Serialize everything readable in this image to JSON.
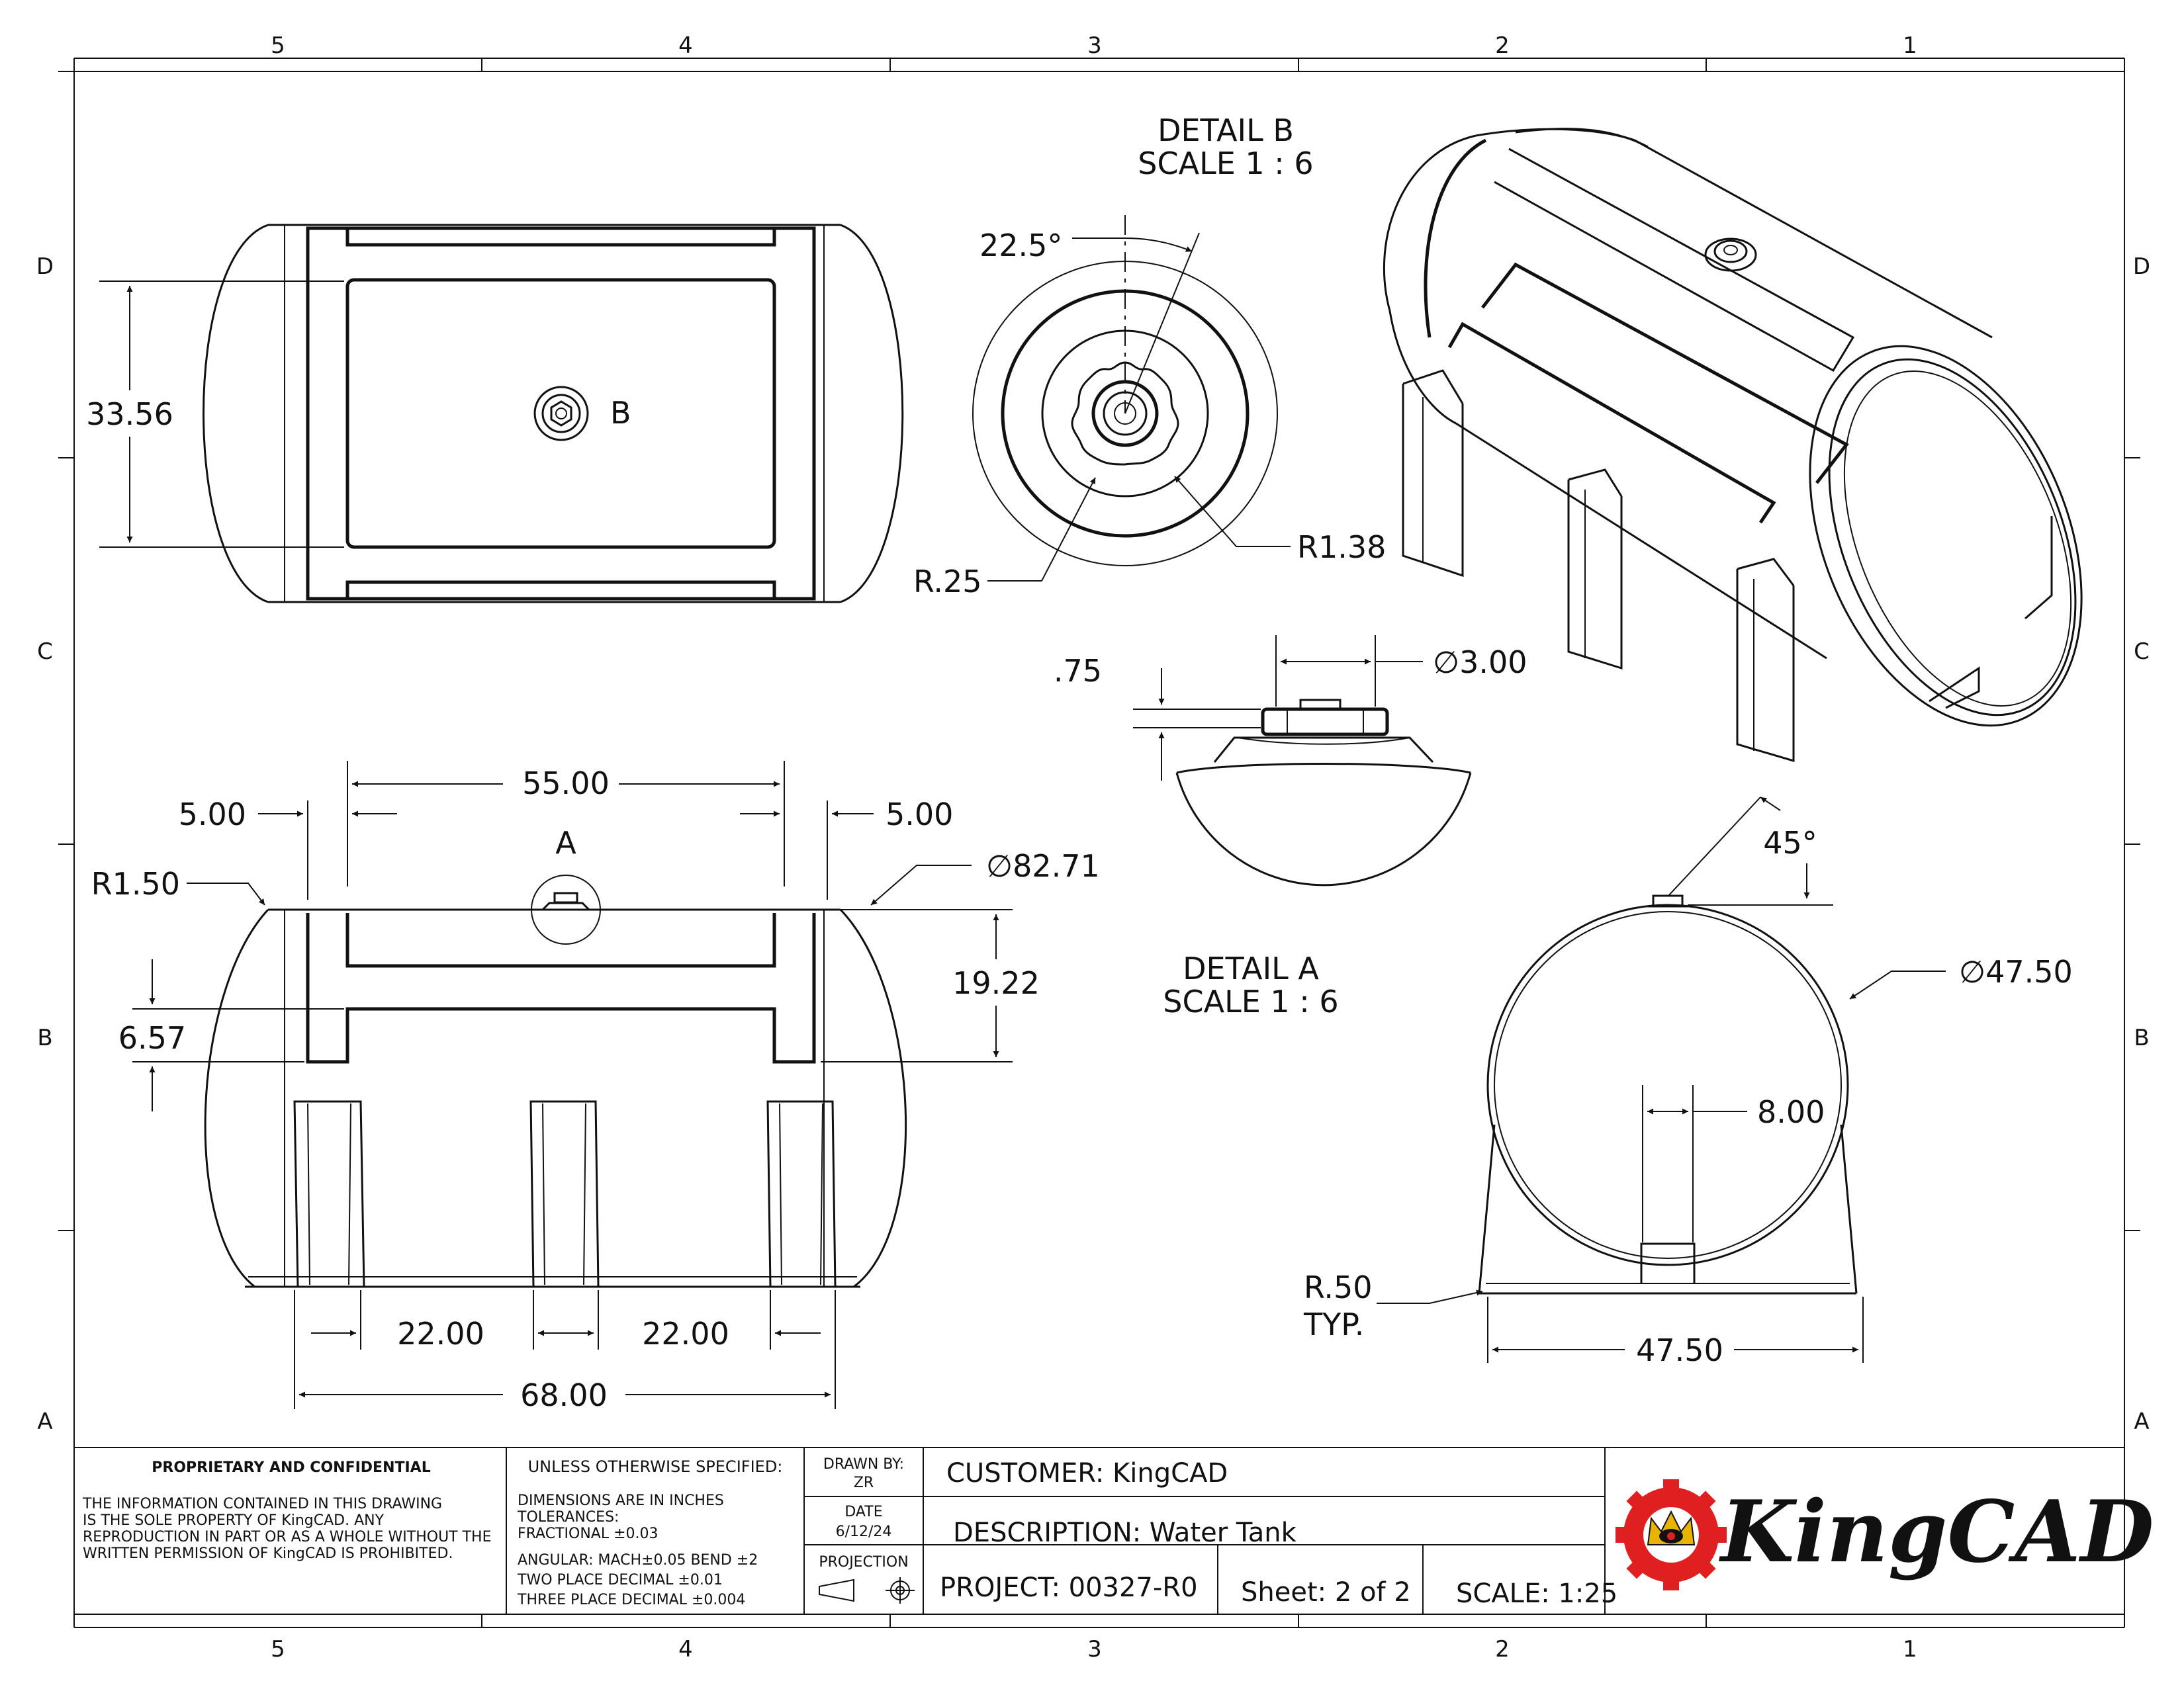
{
  "zones": {
    "columns": [
      "5",
      "4",
      "3",
      "2",
      "1"
    ],
    "rows": [
      "D",
      "C",
      "B",
      "A"
    ]
  },
  "views": {
    "top": {
      "dim_height": "33.56",
      "detail_callout": "B"
    },
    "front": {
      "detail_callout": "A",
      "dims": {
        "span": "55.00",
        "left_offset": "5.00",
        "right_offset": "5.00",
        "radius": "R1.50",
        "diameter": "82.71",
        "channel_height": "19.22",
        "channel_offset": "6.57",
        "leg_spacing_1": "22.00",
        "leg_spacing_2": "22.00",
        "overall_length": "68.00"
      }
    },
    "detail_b": {
      "title": "DETAIL B",
      "scale": "SCALE 1 : 6",
      "angle": "22.5°",
      "radius_small": "R.25",
      "radius_large": "R1.38"
    },
    "detail_a": {
      "title": "DETAIL A",
      "scale": "SCALE 1 : 6",
      "height": ".75",
      "diameter": "3.00"
    },
    "side": {
      "angle": "45°",
      "diameter": "47.50",
      "saddle_width": "8.00",
      "radius": "R.50",
      "radius_note": "TYP.",
      "width": "47.50"
    }
  },
  "title_block": {
    "proprietary_title": "PROPRIETARY AND CONFIDENTIAL",
    "proprietary_lines": [
      "THE INFORMATION CONTAINED IN THIS DRAWING",
      "IS THE SOLE PROPERTY OF KingCAD.  ANY",
      "REPRODUCTION IN PART OR AS A WHOLE WITHOUT THE",
      "WRITTEN PERMISSION OF KingCAD IS PROHIBITED."
    ],
    "unless_title": "UNLESS OTHERWISE SPECIFIED:",
    "tolerance_lines": [
      "DIMENSIONS ARE IN INCHES",
      "TOLERANCES:",
      "FRACTIONAL  ±0.03",
      "ANGULAR: MACH±0.05    BEND  ±2",
      "TWO PLACE DECIMAL     ±0.01",
      "THREE PLACE DECIMAL   ±0.004"
    ],
    "drawn_by_label": "DRAWN BY:",
    "drawn_by": "ZR",
    "date_label": "DATE",
    "date": "6/12/24",
    "projection_label": "PROJECTION",
    "customer": "CUSTOMER:  KingCAD",
    "description": "DESCRIPTION: Water Tank",
    "project": "PROJECT:  00327-R0",
    "sheet": "Sheet: 2 of 2",
    "scale": "SCALE: 1:25",
    "logo_text": "KingCAD",
    "logo_color": "#e02020"
  }
}
